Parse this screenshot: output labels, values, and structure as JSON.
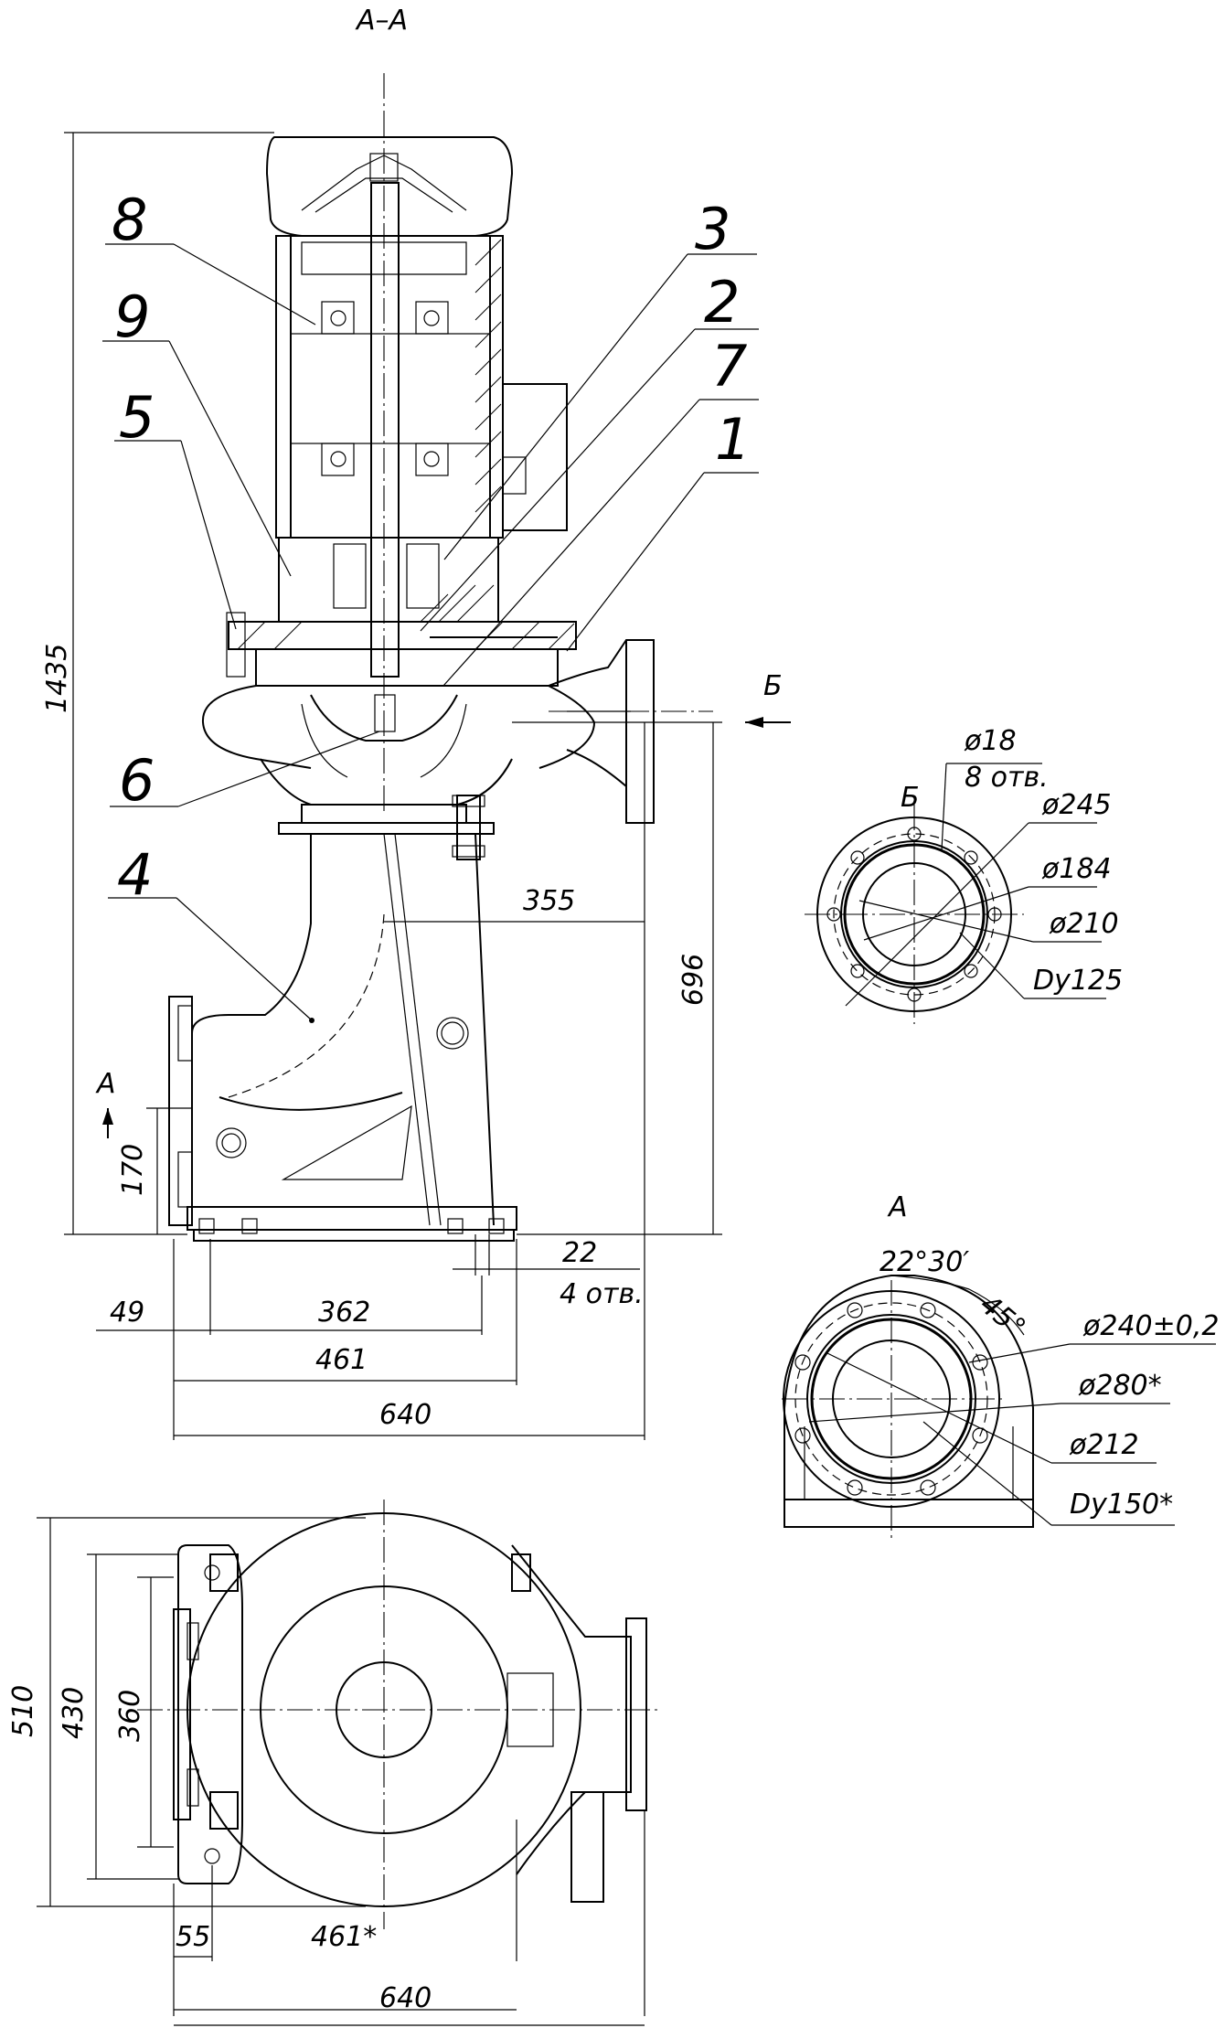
{
  "section": {
    "title": "А–А"
  },
  "parts": {
    "p1": "1",
    "p2": "2",
    "p3": "3",
    "p4": "4",
    "p5": "5",
    "p6": "6",
    "p7": "7",
    "p8": "8",
    "p9": "9"
  },
  "views": {
    "view_b": "Б",
    "view_a": "А",
    "arrow_b": "Б",
    "arrow_a": "А"
  },
  "dims_main": {
    "d1435": "1435",
    "d696": "696",
    "d355": "355",
    "d170": "170",
    "d22": "22",
    "d22_holes": "4 отв.",
    "d49": "49",
    "d362": "362",
    "d461": "461",
    "d640": "640"
  },
  "dims_b": {
    "d18": "ø18",
    "holes": "8 отв.",
    "d245": "ø245",
    "d184": "ø184",
    "d210": "ø210",
    "dy": "Dy125"
  },
  "dims_a": {
    "angle1": "22°30′",
    "angle2": "45°",
    "d240": "ø240±0,2",
    "d280": "ø280*",
    "d212": "ø212",
    "dy": "Dy150*"
  },
  "dims_plan": {
    "d510": "510",
    "d430": "430",
    "d360": "360",
    "d55": "55",
    "d461s": "461*",
    "d640": "640"
  }
}
